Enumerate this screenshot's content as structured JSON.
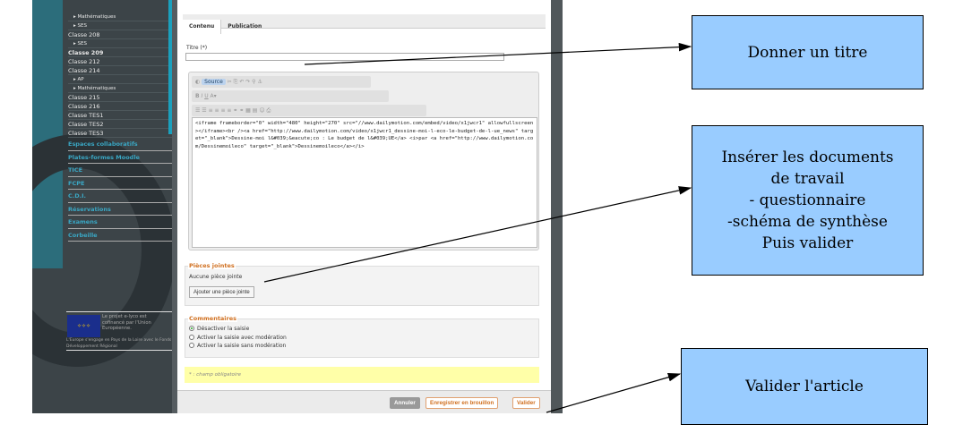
{
  "sidebar": {
    "items": [
      {
        "label": "▸ Mathématiques",
        "sub": true
      },
      {
        "label": "▸ SES",
        "sub": true
      },
      {
        "label": "Classe 208"
      },
      {
        "label": "▸ SES",
        "sub": true
      },
      {
        "label": "Classe 209",
        "bold": true
      },
      {
        "label": "Classe 212"
      },
      {
        "label": "Classe 214"
      },
      {
        "label": "▸ AP",
        "sub": true
      },
      {
        "label": "▸ Mathématiques",
        "sub": true
      },
      {
        "label": "Classe 215"
      },
      {
        "label": "Classe 216"
      },
      {
        "label": "Classe TES1"
      },
      {
        "label": "Classe TES2"
      },
      {
        "label": "Classe TES3"
      }
    ],
    "sections": [
      "Espaces collaboratifs",
      "Plates-formes Moodle",
      "TICE",
      "FCPE",
      "C.D.I.",
      "Réservations",
      "Examens",
      "Corbeille"
    ],
    "eu_text": "Le projet e-lyco est cofinancé par l'Union Européenne.",
    "eu_footer": "L'Europe s'engage en Pays de la Loire avec le Fonds Européen de Développement Régional"
  },
  "tabs": [
    "Contenu",
    "Publication"
  ],
  "title_label": "Titre (*)",
  "title_value": "",
  "editor": {
    "source_label": "Source",
    "content": "<iframe frameborder=\"0\" width=\"480\" height=\"270\" src=\"//www.dailymotion.com/embed/video/x1jwcr1\" allowfullscreen></iframe><br /><a href=\"http://www.dailymotion.com/video/x1jwcr1_dessine-moi-l-eco-le-budget-de-l-ue_news\" target=\"_blank\">Dessine-moi l&#039;&eacute;co : Le budget de l&#039;UE</a> <i>par <a href=\"http://www.dailymotion.com/Dessinemoileco\" target=\"_blank\">Dessinemoileco</a></i>"
  },
  "attachments": {
    "legend": "Pièces jointes",
    "empty": "Aucune pièce jointe",
    "add_button": "Ajouter une pièce jointe"
  },
  "comments": {
    "legend": "Commentaires",
    "options": [
      "Désactiver la saisie",
      "Activer la saisie avec modération",
      "Activer la saisie sans modération"
    ],
    "selected": 0
  },
  "required_note": "* : champ obligatoire",
  "buttons": {
    "cancel": "Annuler",
    "draft": "Enregistrer en brouillon",
    "submit": "Valider"
  },
  "callouts": {
    "title": "Donner un titre",
    "docs": [
      "Insérer les documents",
      "de travail",
      "- questionnaire",
      "-schéma de synthèse",
      "Puis valider"
    ],
    "validate": "Valider l'article"
  },
  "colors": {
    "callout_bg": "#99ccff",
    "accent": "#d07020",
    "teal": "#1aa0bd"
  }
}
